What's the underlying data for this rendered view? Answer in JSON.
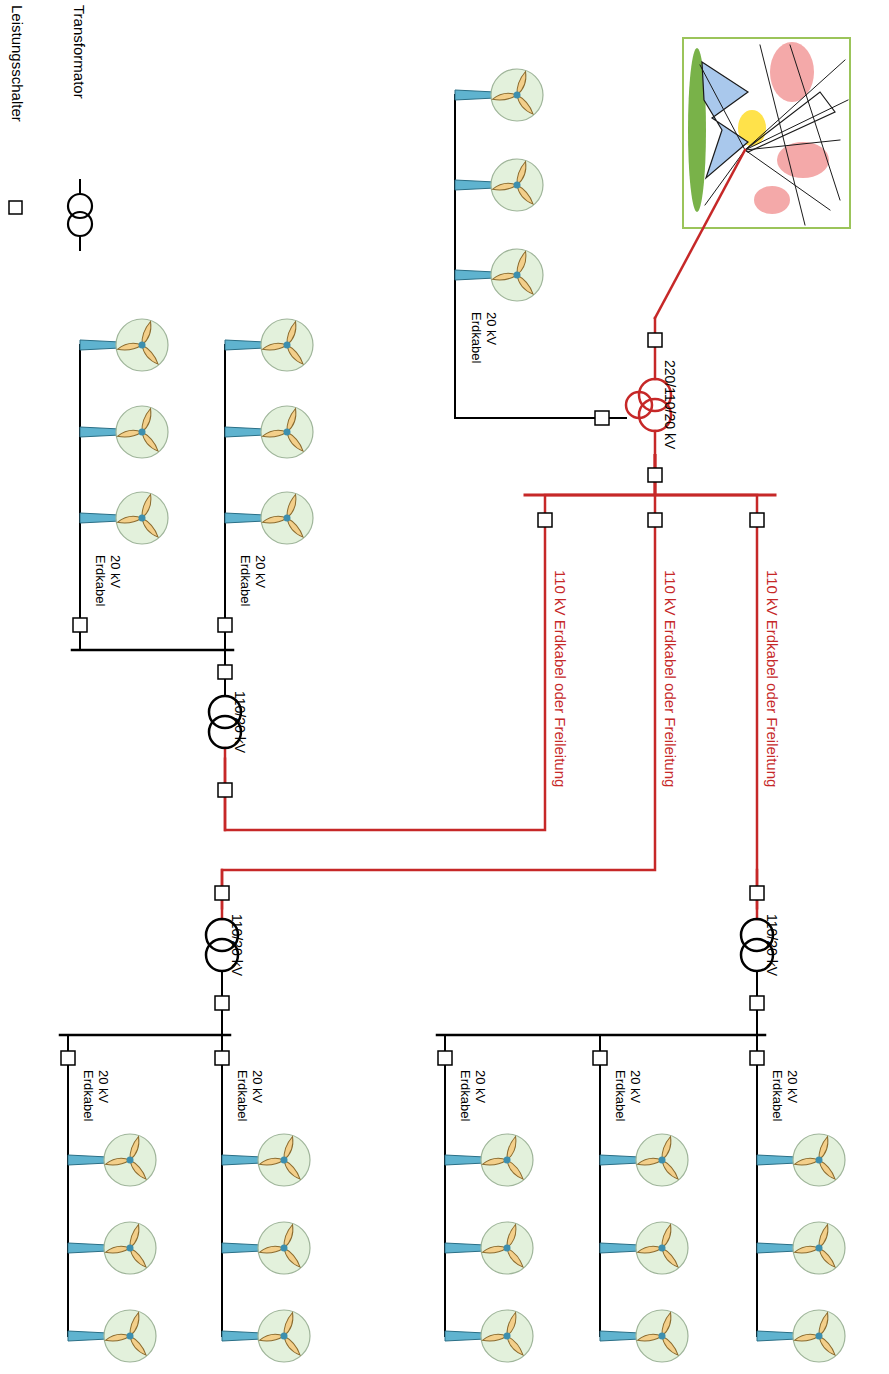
{
  "diagram": {
    "nodes": [
      {
        "text": [
          "220/110/20 kV"
        ]
      },
      {
        "text": [
          "110/20 kV"
        ]
      },
      {
        "text": [
          "110/20 kV"
        ]
      },
      {
        "text": [
          "110/20 kV"
        ]
      }
    ],
    "edges": [
      {
        "from": 0,
        "to": 1,
        "arrow": "none",
        "label": "110 kV Erdkabel oder Freileitung"
      },
      {
        "from": 0,
        "to": 2,
        "arrow": "none",
        "label": "110 kV Erdkabel oder Freileitung"
      },
      {
        "from": 0,
        "to": 3,
        "arrow": "none",
        "label": "110 kV Erdkabel oder Freileitung"
      }
    ],
    "labels": [
      "20 kV Erdkabel",
      "20 kV Erdkabel",
      "20 kV Erdkabel",
      "20 kV Erdkabel",
      "20 kV Erdkabel",
      "20 kV Erdkabel",
      "20 kV Erdkabel",
      "20 kV Erdkabel"
    ],
    "legend": [
      {
        "text": "Transformator"
      },
      {
        "text": "Leistungsschalter"
      }
    ]
  }
}
